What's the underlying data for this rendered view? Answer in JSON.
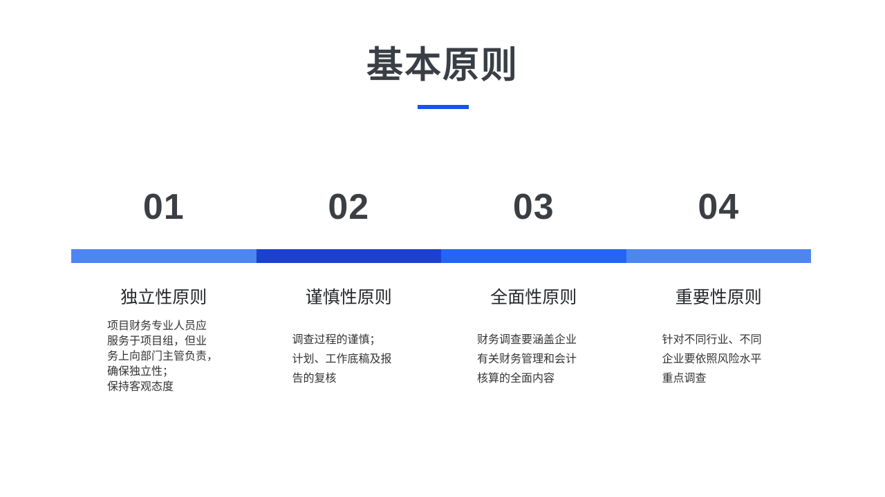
{
  "slide": {
    "title": "基本原则",
    "accent_color": "#1456ec",
    "background_color": "#ffffff",
    "title_color": "#3a3e45"
  },
  "columns": [
    {
      "number": "01",
      "heading": "独立性原则",
      "body": "项目财务专业人员应\n服务于项目组，但业\n务上向部门主管负责，\n确保独立性；\n保持客观态度",
      "bar_color": "#4d85f3"
    },
    {
      "number": "02",
      "heading": "谨慎性原则",
      "body": "调查过程的谨慎；\n计划、工作底稿及报\n告的复核",
      "bar_color": "#1e40d0"
    },
    {
      "number": "03",
      "heading": "全面性原则",
      "body": "财务调查要涵盖企业\n有关财务管理和会计\n核算的全面内容",
      "bar_color": "#2365f5"
    },
    {
      "number": "04",
      "heading": "重要性原则",
      "body": "针对不同行业、不同\n企业要依照风险水平\n重点调查",
      "bar_color": "#4f85f1"
    }
  ]
}
